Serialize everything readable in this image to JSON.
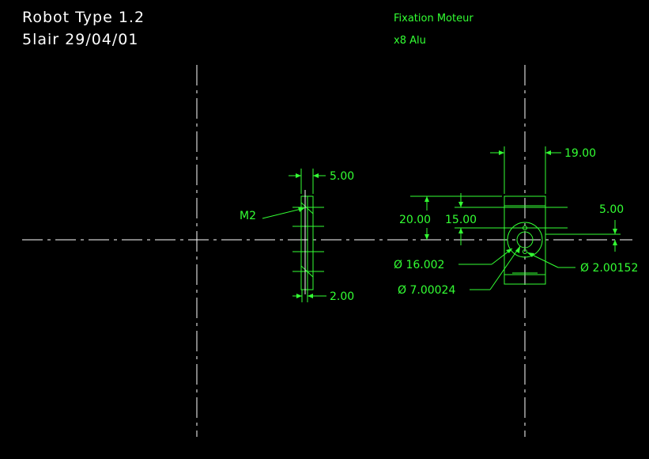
{
  "title_block": {
    "line1": "Robot  Type  1.2",
    "line2": "5lair  29/04/01"
  },
  "part_info": {
    "name": "Fixation Moteur",
    "quantity_material": "x8  Alu"
  },
  "dimensions": {
    "side_width_top": "5.00",
    "side_width_bottom": "2.00",
    "thread_label": "M2",
    "top_width": "19.00",
    "height_total": "20.00",
    "height_inner": "15.00",
    "offset_right": "5.00",
    "dia_outer": "Ø  16.002",
    "dia_bore": "Ø  7.00024",
    "dia_small": "Ø  2.00152"
  },
  "colors": {
    "background": "#000000",
    "geometry": "#33ff33",
    "text": "#ffffff"
  }
}
